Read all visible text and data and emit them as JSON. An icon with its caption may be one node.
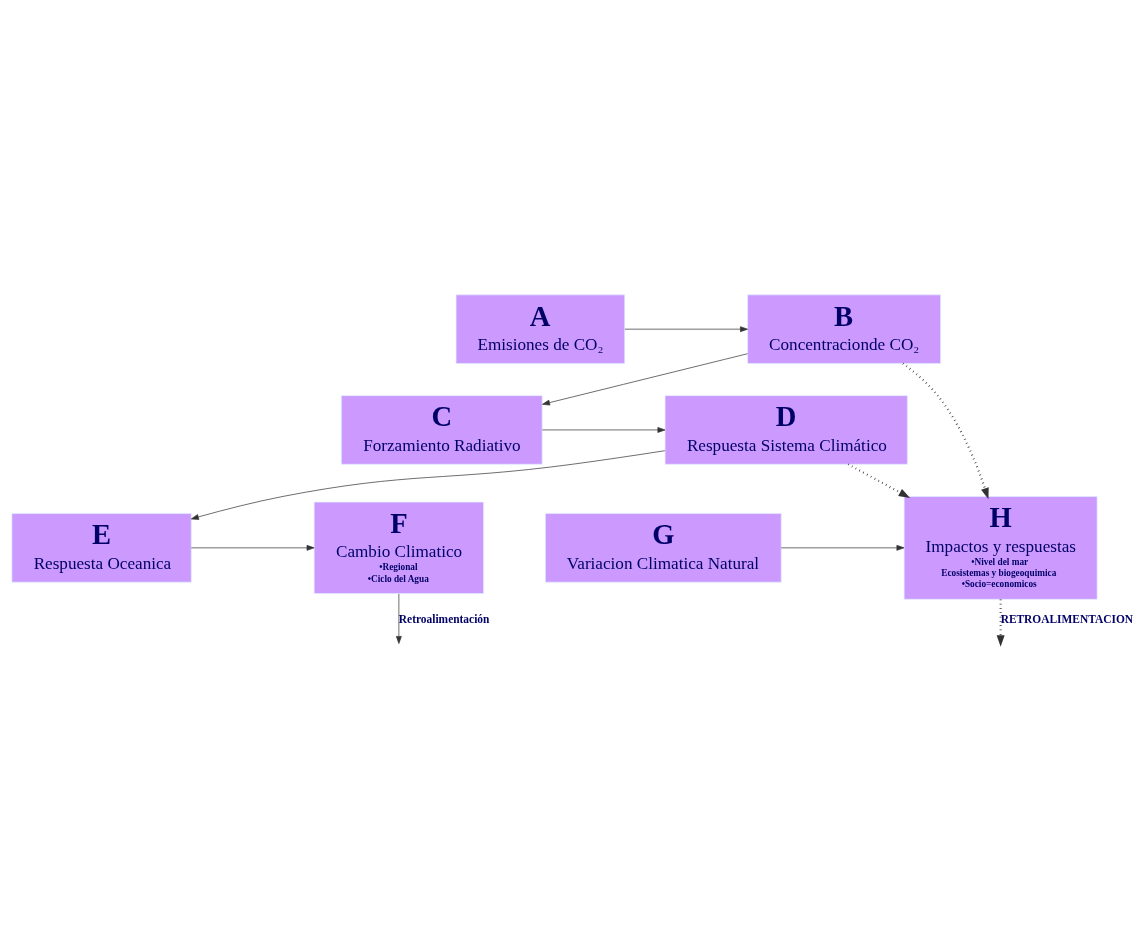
{
  "diagram": {
    "nodes": [
      {
        "text": [
          "A",
          "Emisiones de CO₂"
        ]
      },
      {
        "text": [
          "B",
          "Concentracionde CO₂"
        ]
      },
      {
        "text": [
          "C",
          "Forzamiento Radiativo"
        ]
      },
      {
        "text": [
          "D",
          "Respuesta Sistema Climático"
        ]
      },
      {
        "text": [
          "E",
          "Respuesta Oceanica"
        ]
      },
      {
        "text": [
          "F",
          "Cambio Climatico",
          "•Regional",
          "•Ciclo del Agua"
        ]
      },
      {
        "text": [
          "G",
          "Variacion Climatica Natural"
        ]
      },
      {
        "text": [
          "H",
          "Impactos y respuestas",
          "•Nivel del mar",
          "Ecosistemas y biogeoquimica",
          "•Socio=economicos"
        ]
      }
    ],
    "edges": [
      {
        "from": 0,
        "to": 1,
        "arrow": "to"
      },
      {
        "from": 1,
        "to": 2,
        "arrow": "to"
      },
      {
        "from": 2,
        "to": 3,
        "arrow": "to"
      },
      {
        "from": 3,
        "to": 4,
        "arrow": "to"
      },
      {
        "from": 4,
        "to": 5,
        "arrow": "to"
      },
      {
        "from": 5,
        "to": null,
        "arrow": "to",
        "label": "Retroalimentación"
      },
      {
        "from": 6,
        "to": 7,
        "arrow": "to"
      },
      {
        "from": 7,
        "to": null,
        "arrow": "to",
        "style": "dashed",
        "label": "RETROALIMENTACION"
      },
      {
        "from": 3,
        "to": 7,
        "arrow": "to",
        "style": "dashed"
      },
      {
        "from": 1,
        "to": 7,
        "arrow": "to",
        "style": "dashed"
      }
    ]
  }
}
